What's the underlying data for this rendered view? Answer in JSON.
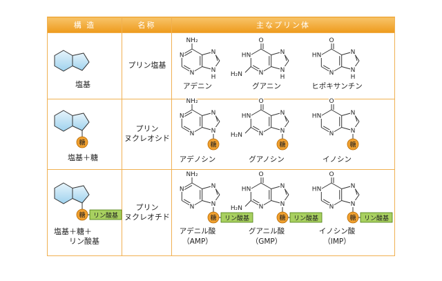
{
  "header": {
    "structure": "構 造",
    "name": "名称",
    "examples": "主なプリン体"
  },
  "rows": [
    {
      "structure_label": "塩基",
      "name": "プリン塩基",
      "parts": {
        "sugar": false,
        "phosphate": false
      },
      "molecules": [
        {
          "name": "アデニン",
          "atoms": {
            "top": "NH₂",
            "n1": "N",
            "c2": "",
            "n3": "N",
            "n7": "N",
            "n9": "N",
            "n9h": "H"
          }
        },
        {
          "name": "グアニン",
          "atoms": {
            "top": "O",
            "n1": "HN",
            "c2": "H₂N",
            "n3": "N",
            "n7": "N",
            "n9": "N",
            "n9h": "H"
          }
        },
        {
          "name": "ヒポキサンチン",
          "atoms": {
            "top": "O",
            "n1": "HN",
            "c2": "",
            "n3": "N",
            "n7": "N",
            "n9": "N",
            "n9h": "H"
          }
        }
      ]
    },
    {
      "structure_label": "塩基＋糖",
      "name": "プリン\nヌクレオシド",
      "parts": {
        "sugar": true,
        "phosphate": false
      },
      "molecules": [
        {
          "name": "アデノシン",
          "atoms": {
            "top": "NH₂",
            "n1": "N",
            "c2": "",
            "n3": "N",
            "n7": "N",
            "n9": "N",
            "n9h": ""
          }
        },
        {
          "name": "グアノシン",
          "atoms": {
            "top": "O",
            "n1": "HN",
            "c2": "H₂N",
            "n3": "N",
            "n7": "N",
            "n9": "N",
            "n9h": ""
          }
        },
        {
          "name": "イノシン",
          "atoms": {
            "top": "O",
            "n1": "HN",
            "c2": "",
            "n3": "N",
            "n7": "N",
            "n9": "N",
            "n9h": ""
          }
        }
      ]
    },
    {
      "structure_label": "塩基＋糖＋\n　　リン酸基",
      "name": "プリン\nヌクレオチド",
      "parts": {
        "sugar": true,
        "phosphate": true
      },
      "molecules": [
        {
          "name": "アデニル酸\n（AMP）",
          "atoms": {
            "top": "NH₂",
            "n1": "N",
            "c2": "",
            "n3": "N",
            "n7": "N",
            "n9": "N",
            "n9h": ""
          }
        },
        {
          "name": "グアニル酸\n（GMP）",
          "atoms": {
            "top": "O",
            "n1": "HN",
            "c2": "H₂N",
            "n3": "N",
            "n7": "N",
            "n9": "N",
            "n9h": ""
          }
        },
        {
          "name": "イノシン酸\n（IMP）",
          "atoms": {
            "top": "O",
            "n1": "HN",
            "c2": "",
            "n3": "N",
            "n7": "N",
            "n9": "N",
            "n9h": ""
          }
        }
      ]
    }
  ],
  "sugar_label": "糖",
  "phosphate_label": "リン酸基",
  "colors": {
    "border": "#f0b050",
    "header": "#ee9a1c",
    "sugar": "#f0a030",
    "phosphate": "#a8d060",
    "base": "#bfe3f5"
  }
}
